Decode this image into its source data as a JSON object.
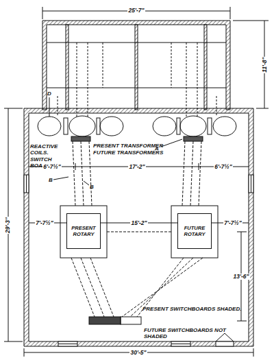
{
  "diagram": {
    "nodes": [
      {
        "text": [
          "PRESENT ROTARY"
        ]
      },
      {
        "text": [
          "FUTURE ROTARY"
        ]
      }
    ],
    "labels": [
      "25'-7\"",
      "11'-8\"",
      "29'-3\"",
      "REACTIVE COILS.",
      "SWITCH BOARDS.",
      "PRESENT TRANSFORMER",
      "FUTURE TRANSFORMERS",
      "A",
      "B",
      "B",
      "D",
      "6'-7½\"",
      "17'-2\"",
      "6'-7½\"",
      "7'-7½\"",
      "15'-2\"",
      "7'-7½\"",
      "13'-6\"",
      "PRESENT SWITCHBOARDS SHADED.",
      "FUTURE SWITCHBOARDS NOT SHADED",
      "30'-5\""
    ]
  }
}
